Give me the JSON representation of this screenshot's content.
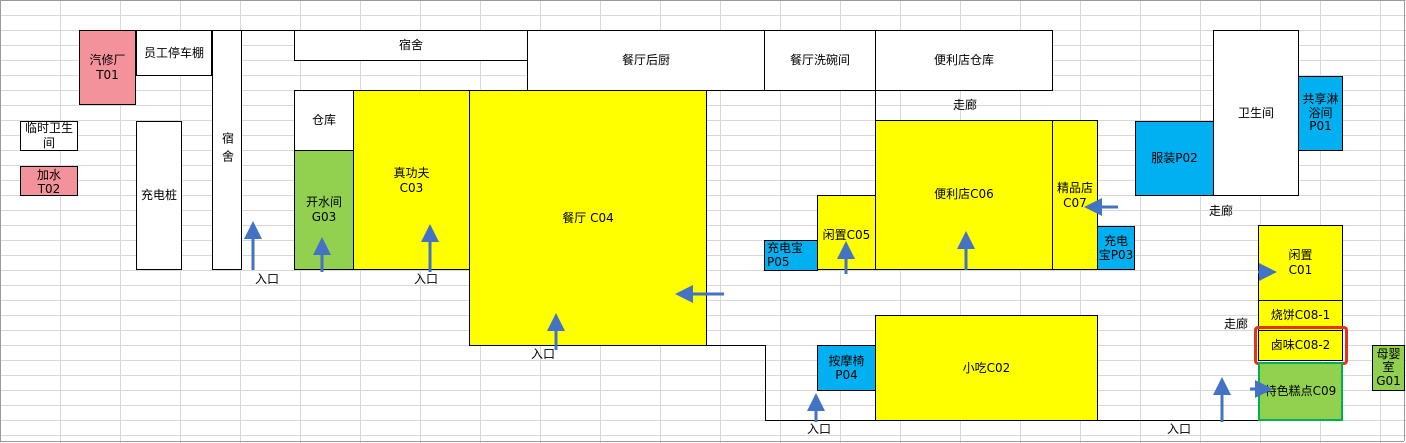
{
  "rooms": {
    "auto_repair": {
      "name": "汽修厂",
      "code": "T01"
    },
    "staff_carport": {
      "name": "员工停车棚"
    },
    "temp_restroom": {
      "name": "临时卫生间"
    },
    "water": {
      "name": "加水",
      "code": "T02"
    },
    "charging_pile": {
      "name": "充电桩"
    },
    "dorm_vertical": {
      "name": "宿舍"
    },
    "dorm_top": {
      "name": "宿舍"
    },
    "warehouse": {
      "name": "仓库"
    },
    "boiling_water": {
      "name": "开水间",
      "code": "G03"
    },
    "zhengongfu": {
      "name": "真功夫",
      "code": "C03"
    },
    "kitchen": {
      "name": "餐厅后厨"
    },
    "dishwashing": {
      "name": "餐厅洗碗间"
    },
    "store_warehouse": {
      "name": "便利店仓库"
    },
    "restaurant": {
      "name": "餐厅 C04"
    },
    "corridor_top": {
      "name": "走廊"
    },
    "convenience": {
      "name": "便利店C06"
    },
    "boutique": {
      "name": "精品店",
      "code": "C07"
    },
    "idle_c05": {
      "name": "闲置C05"
    },
    "powerbank_p05": {
      "name": "充电宝",
      "code": "P05"
    },
    "powerbank_p03": {
      "name": "充电",
      "code": "宝P03"
    },
    "clothing": {
      "name": "服装P02"
    },
    "restroom": {
      "name": "卫生间"
    },
    "shower": {
      "name": "共享淋",
      "line2": "浴间",
      "code": "P01"
    },
    "corridor_right": {
      "name": "走廊"
    },
    "idle_c01": {
      "name": "闲置",
      "code": "C01"
    },
    "shaobing": {
      "name": "烧饼C08-1"
    },
    "luwei": {
      "name": "卤味C08-2"
    },
    "pastry": {
      "name": "特色糕点C09"
    },
    "corridor_mid": {
      "name": "走廊"
    },
    "massage": {
      "name": "按摩椅",
      "code": "P04"
    },
    "snack": {
      "name": "小吃C02"
    },
    "mother_room": {
      "name": "母婴",
      "line2": "室",
      "code": "G01"
    }
  },
  "entrances": {
    "e1": "入口",
    "e2": "入口",
    "e3": "入口",
    "e4": "入口",
    "e5": "入口"
  },
  "colors": {
    "retail_yellow": "#ffff00",
    "utility_green": "#92d050",
    "service_blue": "#00b0f0",
    "auto_pink": "#f4929c",
    "highlight_red": "#e0351b",
    "arrow_blue": "#4472c4"
  }
}
